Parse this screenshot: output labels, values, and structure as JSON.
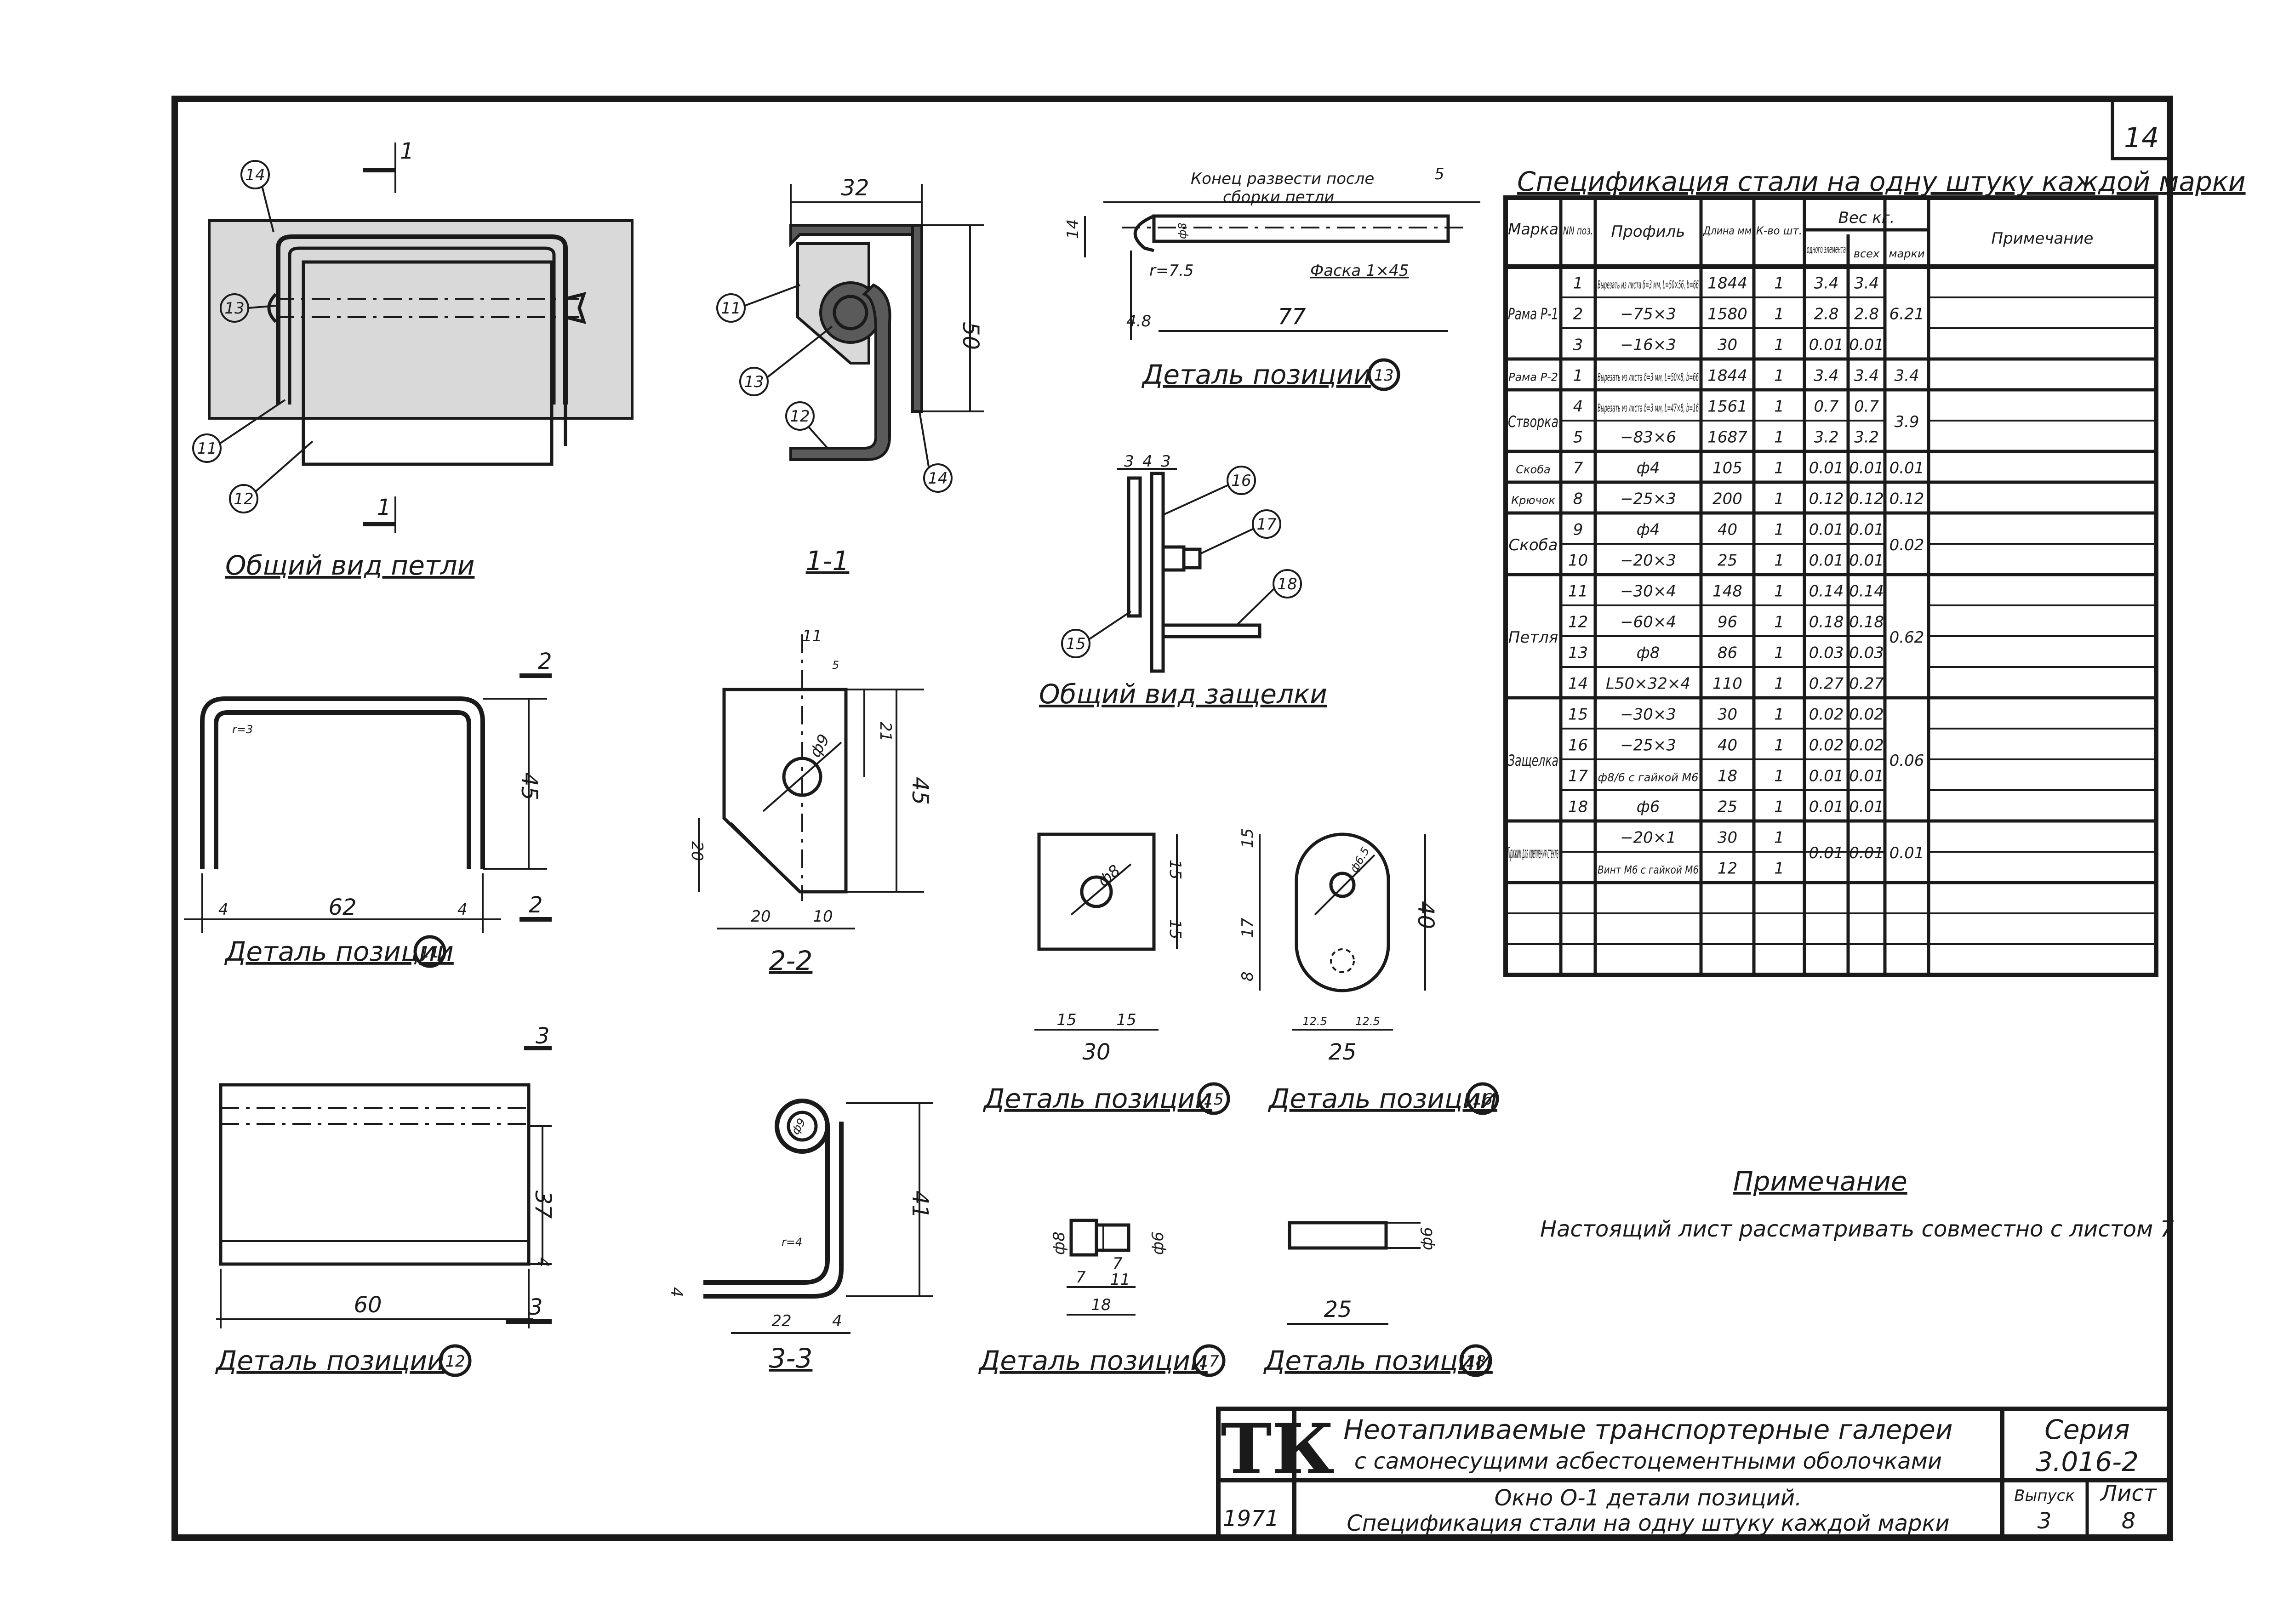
{
  "sheet": {
    "page_number": "14"
  },
  "views": {
    "loop_general": {
      "caption": "Общий вид петли",
      "section_mark": "1"
    },
    "section_1_1": {
      "caption": "1-1",
      "dim_width": "32",
      "dim_height": "50"
    },
    "pos13": {
      "caption": "Деталь позиции",
      "pos": "13",
      "note1": "Конец развести после",
      "note2": "сборки петли",
      "chamfer": "Фаска 1×45",
      "d_dia": "ф8",
      "d_r": "r=7.5",
      "d_len": "77",
      "d_h": "14",
      "d_4_8": "4.8",
      "d_5": "5"
    },
    "latch_general": {
      "caption": "Общий вид защелки",
      "d_3": "3",
      "d_4": "4",
      "d_3b": "3"
    },
    "pos11": {
      "caption": "Деталь позиции",
      "pos": "11",
      "r": "r=3",
      "d_h": "45",
      "d_w": "62",
      "d_l": "4",
      "d_r": "4",
      "sec": "2"
    },
    "section_2_2": {
      "caption": "2-2",
      "d_top": "11",
      "d_small": "5",
      "d_21": "21",
      "d_45": "45",
      "d_dia": "ф9",
      "d_20v": "20",
      "d_20": "20",
      "d_10": "10"
    },
    "pos12": {
      "caption": "Деталь позиции",
      "pos": "12",
      "d_37": "37",
      "d_4": "4",
      "d_60": "60",
      "sec": "3"
    },
    "section_3_3": {
      "caption": "3-3",
      "d_dia": "ф9",
      "r": "r=4",
      "d_41": "41",
      "d_4a": "4",
      "d_22": "22",
      "d_4b": "4"
    },
    "pos15": {
      "caption": "Деталь позиции",
      "pos": "15",
      "dia": "ф8",
      "d_15a": "15",
      "d_15b": "15",
      "d_w1": "15",
      "d_w2": "15",
      "d_30": "30"
    },
    "pos16": {
      "caption": "Деталь позиции",
      "pos": "16",
      "dia": "ф6.5",
      "d_15": "15",
      "d_17": "17",
      "d_8": "8",
      "d_40": "40",
      "d_12a": "12.5",
      "d_12b": "12.5",
      "d_25": "25"
    },
    "pos17": {
      "caption": "Деталь позиции",
      "pos": "17",
      "dia8": "ф8",
      "dia6": "ф6",
      "d_7a": "7",
      "d_7b": "7",
      "d_11": "11",
      "d_18": "18"
    },
    "pos18": {
      "caption": "Деталь позиции",
      "pos": "18",
      "dia6": "ф6",
      "d_25": "25"
    }
  },
  "spec": {
    "title": "Спецификация стали на одну штуку каждой марки",
    "headers": {
      "mark": "Марка",
      "pos": "NN поз.",
      "profile": "Профиль",
      "length": "Длина мм",
      "qty": "К-во шт.",
      "weight": "Вес кг.",
      "w_one": "одного элемента",
      "w_all": "всех",
      "w_mark": "марки",
      "note": "Примечание"
    },
    "groups": [
      {
        "mark": "Рама Р-1",
        "weight_mark": "6.21",
        "rows": [
          {
            "pos": "1",
            "profile": "Вырезать из листа δ=3 мм, L=50×56, b=66",
            "length": "1844",
            "qty": "1",
            "w_one": "3.4",
            "w_all": "3.4"
          },
          {
            "pos": "2",
            "profile": "−75×3",
            "length": "1580",
            "qty": "1",
            "w_one": "2.8",
            "w_all": "2.8"
          },
          {
            "pos": "3",
            "profile": "−16×3",
            "length": "30",
            "qty": "1",
            "w_one": "0.01",
            "w_all": "0.01"
          }
        ]
      },
      {
        "mark": "Рама Р-2",
        "weight_mark": "3.4",
        "rows": [
          {
            "pos": "1",
            "profile": "Вырезать из листа δ=3 мм, L=50×8, b=66",
            "length": "1844",
            "qty": "1",
            "w_one": "3.4",
            "w_all": "3.4"
          }
        ]
      },
      {
        "mark": "Створка",
        "weight_mark": "3.9",
        "rows": [
          {
            "pos": "4",
            "profile": "Вырезать из листа δ=3 мм, L=47×8, b=16",
            "length": "1561",
            "qty": "1",
            "w_one": "0.7",
            "w_all": "0.7"
          },
          {
            "pos": "5",
            "profile": "−83×6",
            "length": "1687",
            "qty": "1",
            "w_one": "3.2",
            "w_all": "3.2"
          }
        ]
      },
      {
        "mark": "Скоба",
        "weight_mark": "0.01",
        "rows": [
          {
            "pos": "7",
            "profile": "ф4",
            "length": "105",
            "qty": "1",
            "w_one": "0.01",
            "w_all": "0.01"
          }
        ]
      },
      {
        "mark": "Крючок",
        "weight_mark": "0.12",
        "rows": [
          {
            "pos": "8",
            "profile": "−25×3",
            "length": "200",
            "qty": "1",
            "w_one": "0.12",
            "w_all": "0.12"
          }
        ]
      },
      {
        "mark": "Скоба",
        "weight_mark": "0.02",
        "rows": [
          {
            "pos": "9",
            "profile": "ф4",
            "length": "40",
            "qty": "1",
            "w_one": "0.01",
            "w_all": "0.01"
          },
          {
            "pos": "10",
            "profile": "−20×3",
            "length": "25",
            "qty": "1",
            "w_one": "0.01",
            "w_all": "0.01"
          }
        ]
      },
      {
        "mark": "Петля",
        "weight_mark": "0.62",
        "rows": [
          {
            "pos": "11",
            "profile": "−30×4",
            "length": "148",
            "qty": "1",
            "w_one": "0.14",
            "w_all": "0.14"
          },
          {
            "pos": "12",
            "profile": "−60×4",
            "length": "96",
            "qty": "1",
            "w_one": "0.18",
            "w_all": "0.18"
          },
          {
            "pos": "13",
            "profile": "ф8",
            "length": "86",
            "qty": "1",
            "w_one": "0.03",
            "w_all": "0.03"
          },
          {
            "pos": "14",
            "profile": "L50×32×4",
            "length": "110",
            "qty": "1",
            "w_one": "0.27",
            "w_all": "0.27"
          }
        ]
      },
      {
        "mark": "Защелка",
        "weight_mark": "0.06",
        "rows": [
          {
            "pos": "15",
            "profile": "−30×3",
            "length": "30",
            "qty": "1",
            "w_one": "0.02",
            "w_all": "0.02"
          },
          {
            "pos": "16",
            "profile": "−25×3",
            "length": "40",
            "qty": "1",
            "w_one": "0.02",
            "w_all": "0.02"
          },
          {
            "pos": "17",
            "profile": "ф8/6 с гайкой М6",
            "length": "18",
            "qty": "1",
            "w_one": "0.01",
            "w_all": "0.01"
          },
          {
            "pos": "18",
            "profile": "ф6",
            "length": "25",
            "qty": "1",
            "w_one": "0.01",
            "w_all": "0.01"
          }
        ]
      },
      {
        "mark": "Прижим для крепления стекла",
        "weight_mark": "0.01",
        "w_one": "0.01",
        "w_all": "0.01",
        "rows": [
          {
            "pos": "",
            "profile": "−20×1",
            "length": "30",
            "qty": "1"
          },
          {
            "pos": "",
            "profile": "Винт М6 с гайкой М6",
            "length": "12",
            "qty": "1"
          }
        ]
      }
    ]
  },
  "note": {
    "heading": "Примечание",
    "text": "Настоящий лист рассматривать совместно с листом 7"
  },
  "title_block": {
    "logo": "ТК",
    "year": "1971",
    "title_line1": "Неотапливаемые транспортерные галереи",
    "title_line2": "с самонесущими асбестоцементными оболочками",
    "sheet_title1": "Окно О-1 детали позиций.",
    "sheet_title2": "Спецификация стали на одну штуку каждой марки",
    "series_label": "Серия",
    "series_value": "3.016-2",
    "issue_label": "Выпуск",
    "issue_value": "3",
    "list_label": "Лист",
    "list_value": "8"
  }
}
